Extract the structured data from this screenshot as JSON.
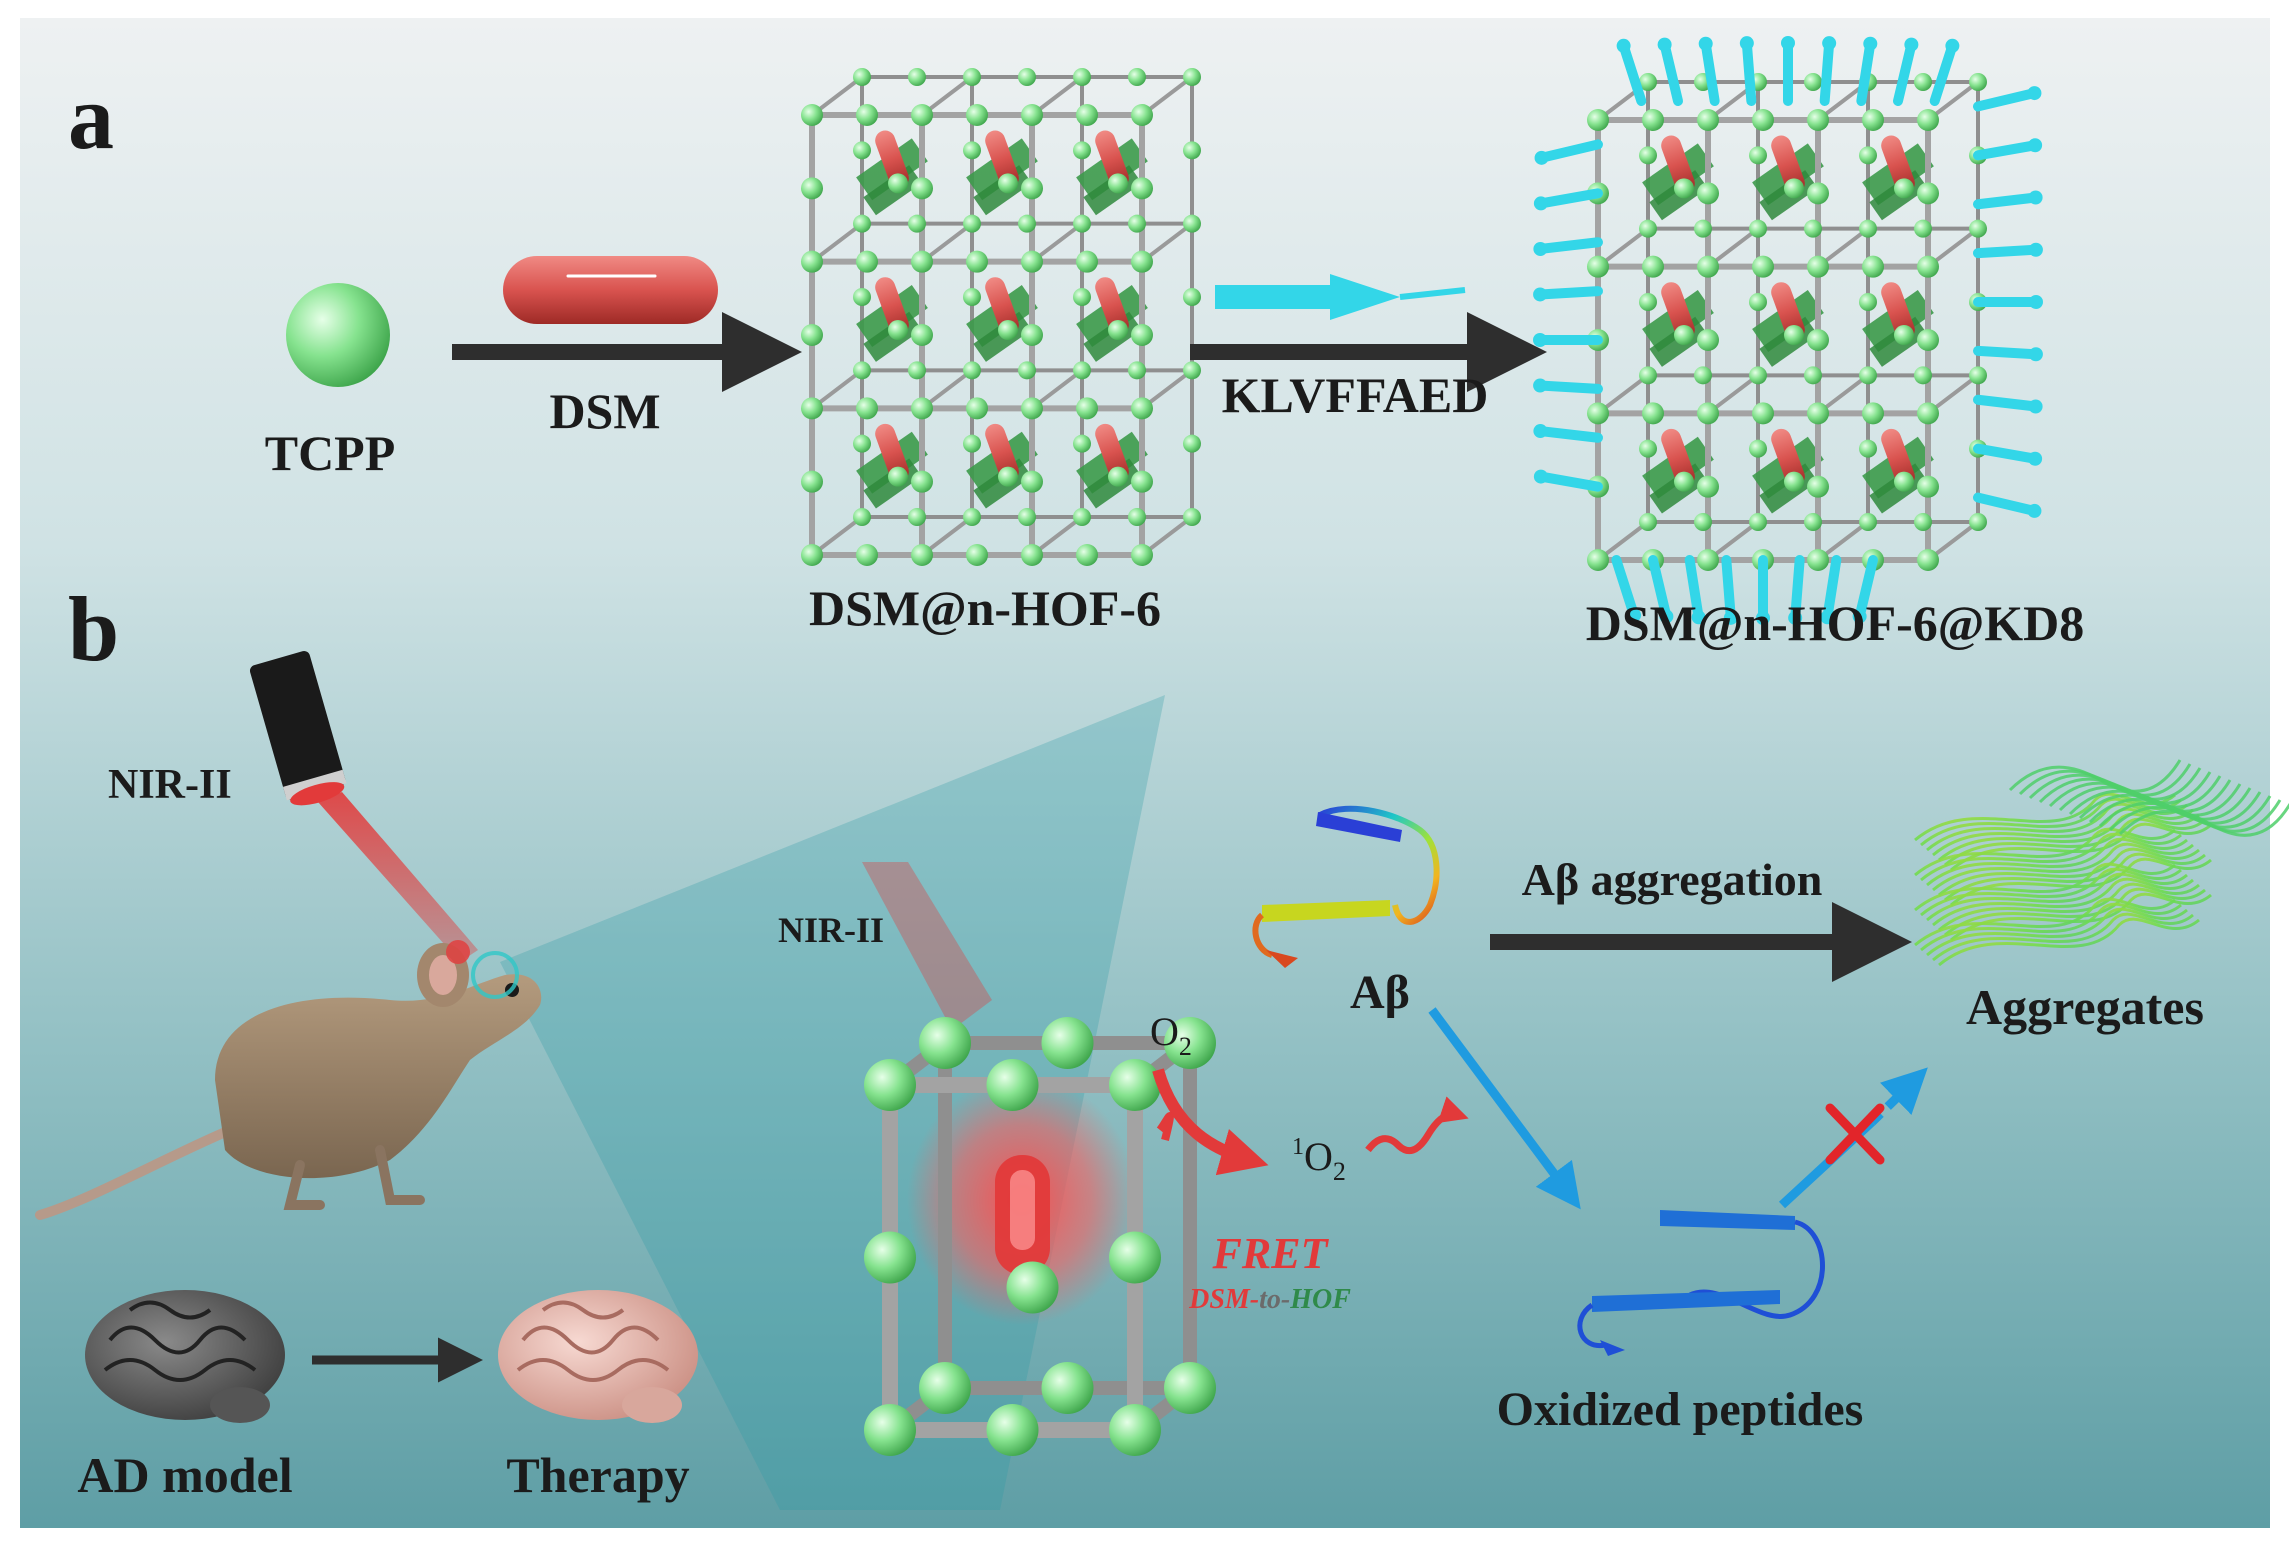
{
  "panels": {
    "a": "a",
    "b": "b"
  },
  "synthesis": {
    "tcpp": "TCPP",
    "dsm": "DSM",
    "hof": "DSM@n-HOF-6",
    "peptide": "KLVFFAED",
    "product": "DSM@n-HOF-6@KD8"
  },
  "in_vivo": {
    "nir_ii_mouse": "NIR-II",
    "ad_model": "AD model",
    "therapy": "Therapy"
  },
  "mechanism": {
    "nir_ii": "NIR-II",
    "o2": "O",
    "o2_sub": "2",
    "singlet_sup": "1",
    "singlet_o": "O",
    "singlet_sub": "2",
    "fret": "FRET",
    "fret_sub_dsm": "DSM-",
    "fret_sub_to": "to-",
    "fret_sub_hof": "HOF",
    "abeta": "Aβ",
    "aggregation": "Aβ aggregation",
    "aggregates": "Aggregates",
    "oxidized": "Oxidized peptides"
  },
  "colors": {
    "node_green": "#86e38f",
    "drug_red": "#d9534f",
    "peptide_cyan": "#33d6e8",
    "arrow_dark": "#2e2e2e",
    "arrow_blue": "#1f9be0",
    "laser_red": "#e23a3a",
    "fret_green": "#2f8a4a"
  }
}
